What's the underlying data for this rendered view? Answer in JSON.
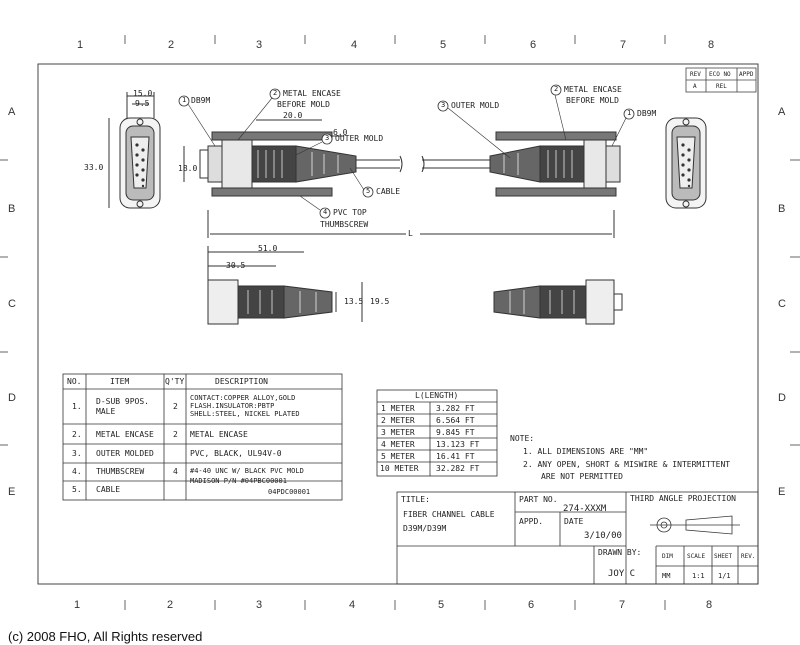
{
  "border": {
    "col_labels": [
      "1",
      "2",
      "3",
      "4",
      "5",
      "6",
      "7",
      "8"
    ],
    "row_labels": [
      "A",
      "B",
      "C",
      "D",
      "E"
    ]
  },
  "revision_header": [
    "REV",
    "ECO NO",
    "APPD"
  ],
  "revision_row": [
    "A",
    "",
    "REL"
  ],
  "callouts": {
    "left": [
      {
        "num": "1",
        "text": "DB9M"
      },
      {
        "num": "2",
        "text": "METAL ENCASE",
        "text2": "BEFORE MOLD"
      },
      {
        "num": "3",
        "text": "OUTER MOLD"
      },
      {
        "num": "5",
        "text": "CABLE"
      },
      {
        "num": "4",
        "text": "PVC TOP"
      }
    ],
    "right": [
      {
        "num": "3",
        "text": "OUTER MOLD"
      },
      {
        "num": "2",
        "text": "METAL ENCASE",
        "text2": "BEFORE MOLD"
      },
      {
        "num": "1",
        "text": "DB9M"
      }
    ],
    "thumbscrew": "THUMBSCREW",
    "length_label": "L"
  },
  "dimensions": {
    "d15": "15.0",
    "d95": "9.5",
    "d330": "33.0",
    "d180": "18.0",
    "d200": "20.0",
    "d60": "6.0",
    "d510": "51.0",
    "d305": "30.5",
    "d135": "13.5",
    "d195": "19.5"
  },
  "bom": {
    "headers": [
      "NO.",
      "ITEM",
      "Q'TY",
      "DESCRIPTION"
    ],
    "rows": [
      {
        "no": "1.",
        "item": "D-SUB 9POS.",
        "item2": "MALE",
        "qty": "2",
        "desc": "CONTACT:COPPER ALLOY,GOLD",
        "desc2": "FLASH.INSULATOR:PBTP",
        "desc3": "SHELL:STEEL, NICKEL PLATED"
      },
      {
        "no": "2.",
        "item": "METAL ENCASE",
        "qty": "2",
        "desc": "METAL ENCASE"
      },
      {
        "no": "3.",
        "item": "OUTER MOLDED",
        "qty": "",
        "desc": "PVC, BLACK, UL94V-0"
      },
      {
        "no": "4.",
        "item": "THUMBSCREW",
        "qty": "4",
        "desc": "#4-40 UNC W/ BLACK PVC MOLD"
      },
      {
        "no": "5.",
        "item": "CABLE",
        "qty": "",
        "desc": "MADISON P/N #04PBC00001",
        "desc2": "04PDC00001"
      }
    ]
  },
  "length_table": {
    "title": "L(LENGTH)",
    "rows": [
      [
        "1 METER",
        "3.282 FT"
      ],
      [
        "2 METER",
        "6.564 FT"
      ],
      [
        "3 METER",
        "9.845 FT"
      ],
      [
        "4 METER",
        "13.123 FT"
      ],
      [
        "5 METER",
        "16.41 FT"
      ],
      [
        "10 METER",
        "32.282 FT"
      ]
    ]
  },
  "notes": {
    "title": "NOTE:",
    "items": [
      "1. ALL DIMENSIONS ARE \"MM\"",
      "2. ANY OPEN, SHORT & MISWIRE & INTERMITTENT",
      "ARE NOT PERMITTED"
    ]
  },
  "title_block": {
    "title_label": "TITLE:",
    "title_line1": "FIBER CHANNEL CABLE",
    "title_line2": "D39M/D39M",
    "partno_label": "PART NO.",
    "partno": "274-XXXM",
    "appd_label": "APPD.",
    "date_label": "DATE",
    "date": "3/10/00",
    "projection": "THIRD ANGLE PROJECTION",
    "drawn_label": "DRAWN BY:",
    "drawn": "JOY C",
    "dim_label": "DIM",
    "dim": "MM",
    "scale_label": "SCALE",
    "scale": "1:1",
    "sheet_label": "SHEET",
    "sheet": "1/1",
    "rev_label": "REV."
  },
  "copyright": "(c) 2008 FHO, All Rights reserved"
}
